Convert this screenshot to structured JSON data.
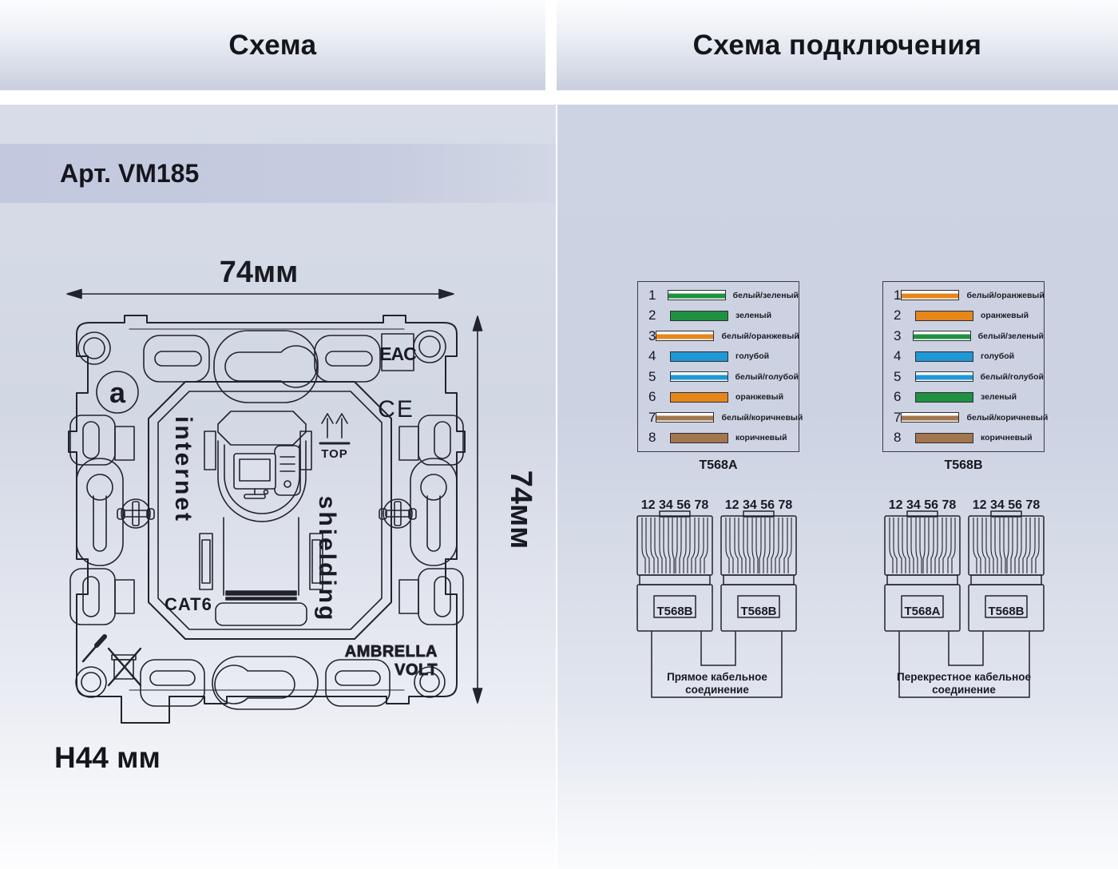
{
  "page": {
    "left_header": "Схема",
    "right_header": "Схема подключения",
    "article": "Арт. VM185",
    "mount_height_label": "Н44 мм"
  },
  "drawing": {
    "width_label": "74мм",
    "height_label": "74мм",
    "marks": {
      "logo_letter": "a",
      "eac": "EAC",
      "ce": "CE",
      "internet": "internet",
      "shielding": "shielding",
      "cat6": "CAT6",
      "top": "TOP",
      "brand_line1": "AMBRELLA",
      "brand_line2": "VOLT"
    }
  },
  "wiring": {
    "pins_label": "12 34 56 78",
    "standards": {
      "t568a": {
        "caption": "T568A",
        "rows": [
          {
            "pin": "1",
            "label": "белый/зеленый",
            "color": "#1f9140",
            "striped": true
          },
          {
            "pin": "2",
            "label": "зеленый",
            "color": "#1f9140",
            "striped": false
          },
          {
            "pin": "3",
            "label": "белый/оранжевый",
            "color": "#e6871b",
            "striped": true
          },
          {
            "pin": "4",
            "label": "голубой",
            "color": "#1f98d5",
            "striped": false
          },
          {
            "pin": "5",
            "label": "белый/голубой",
            "color": "#1f98d5",
            "striped": true
          },
          {
            "pin": "6",
            "label": "оранжевый",
            "color": "#e6871b",
            "striped": false
          },
          {
            "pin": "7",
            "label": "белый/коричневый",
            "color": "#a3764d",
            "striped": true
          },
          {
            "pin": "8",
            "label": "коричневый",
            "color": "#a3764d",
            "striped": false
          }
        ]
      },
      "t568b": {
        "caption": "T568B",
        "rows": [
          {
            "pin": "1",
            "label": "белый/оранжевый",
            "color": "#e6871b",
            "striped": true
          },
          {
            "pin": "2",
            "label": "оранжевый",
            "color": "#e6871b",
            "striped": false
          },
          {
            "pin": "3",
            "label": "белый/зеленый",
            "color": "#1f9140",
            "striped": true
          },
          {
            "pin": "4",
            "label": "голубой",
            "color": "#1f98d5",
            "striped": false
          },
          {
            "pin": "5",
            "label": "белый/голубой",
            "color": "#1f98d5",
            "striped": true
          },
          {
            "pin": "6",
            "label": "зеленый",
            "color": "#1f9140",
            "striped": false
          },
          {
            "pin": "7",
            "label": "белый/коричневый",
            "color": "#a3764d",
            "striped": true
          },
          {
            "pin": "8",
            "label": "коричневый",
            "color": "#a3764d",
            "striped": false
          }
        ]
      }
    },
    "connections": [
      {
        "left_plug": "T568B",
        "right_plug": "T568B",
        "caption_line1": "Прямое кабельное",
        "caption_line2": "соединение"
      },
      {
        "left_plug": "T568A",
        "right_plug": "T568B",
        "caption_line1": "Перекрестное кабельное",
        "caption_line2": "соединение"
      }
    ]
  }
}
